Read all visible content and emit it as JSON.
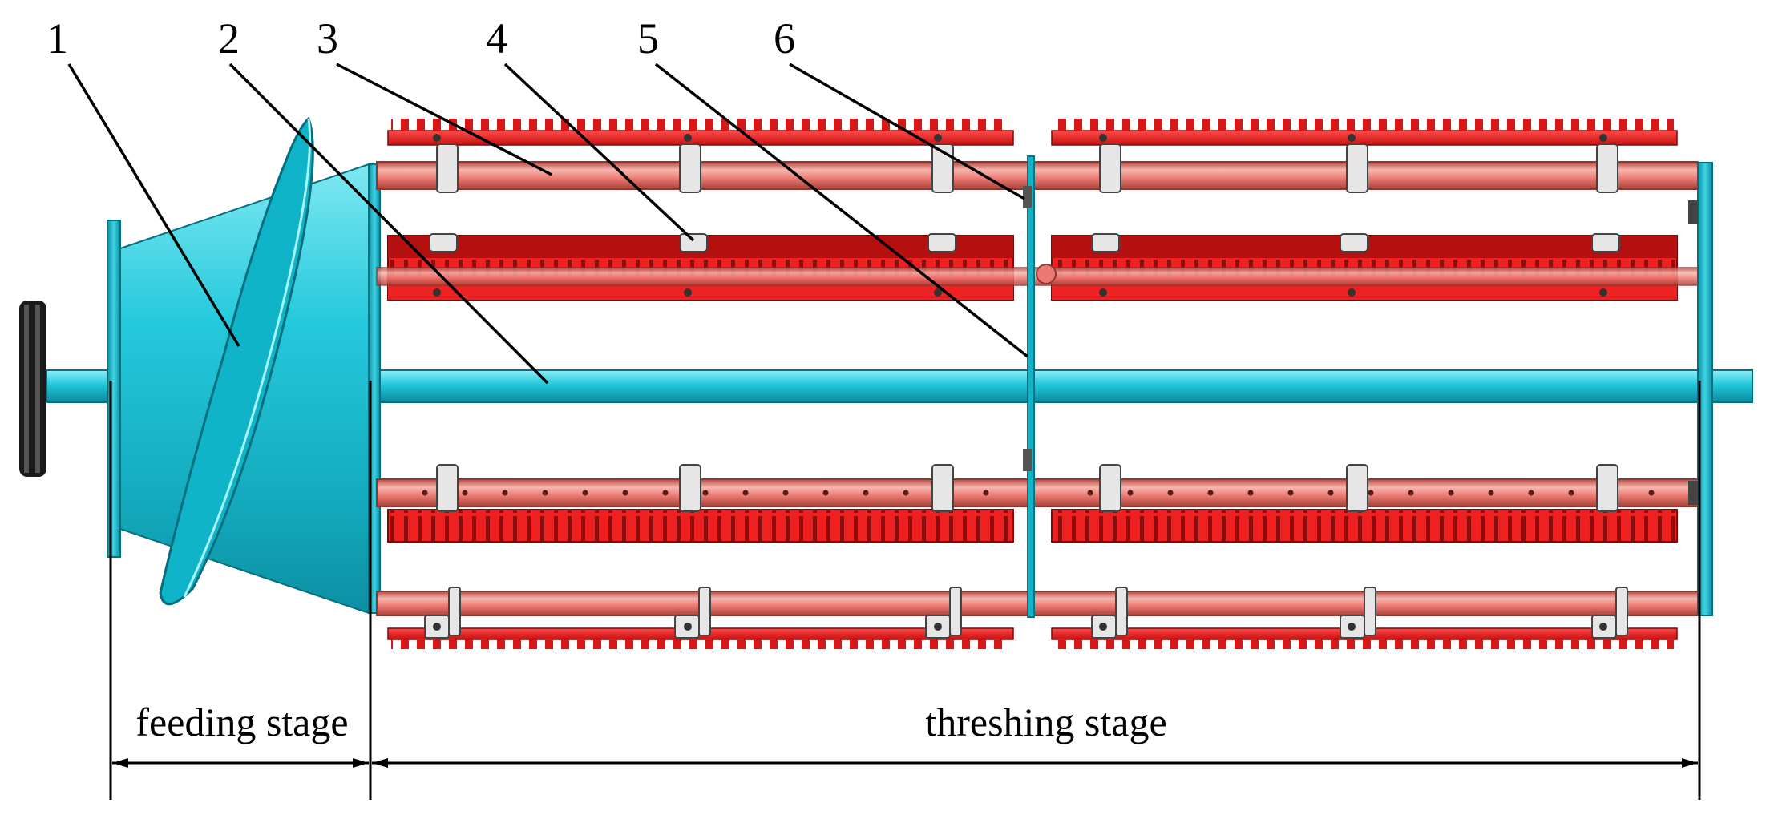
{
  "labels": [
    "1",
    "2",
    "3",
    "4",
    "5",
    "6"
  ],
  "stages": {
    "feeding": "feeding stage",
    "threshing": "threshing stage"
  },
  "colors": {
    "cyan": "#1ec3d6",
    "cyan_dark": "#0b8fa3",
    "cyan_light": "#7fe8f2",
    "red_bar": "#ee1c1c",
    "red_dark": "#a50f0f",
    "salmon": "#ec7a72",
    "salmon_dark": "#b8473f",
    "salmon_light": "#f6b7b0",
    "grey": "#d9d9d9",
    "pulley": "#1a1a1a"
  }
}
